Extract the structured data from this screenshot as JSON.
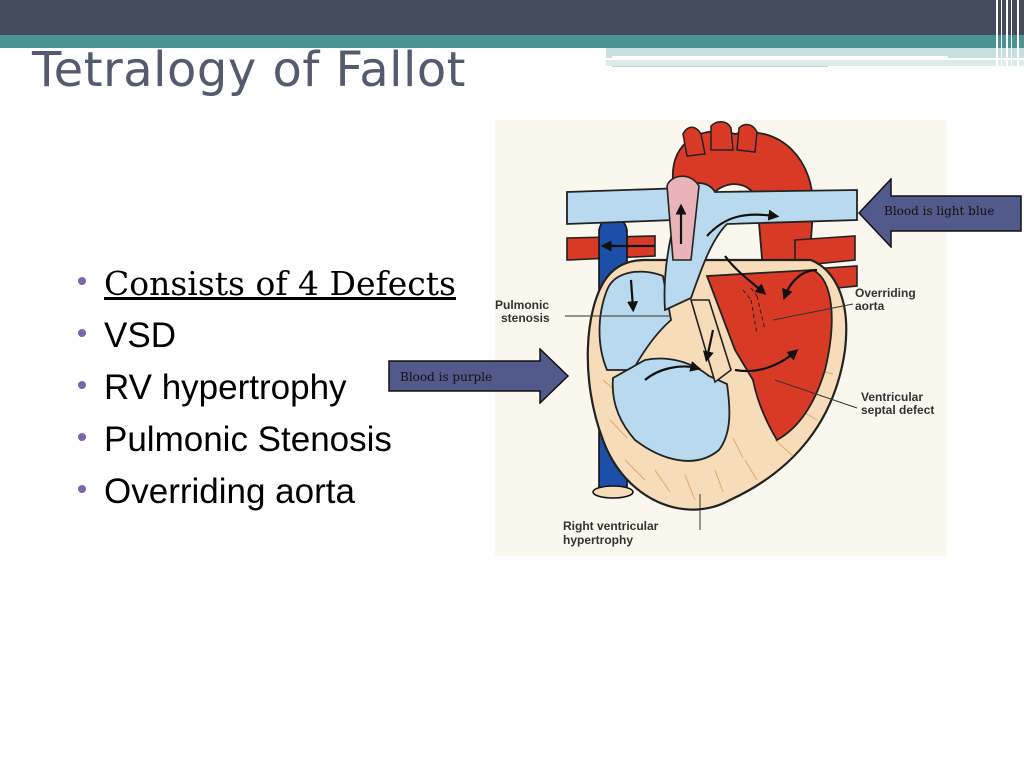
{
  "slide": {
    "title": "Tetralogy of Fallot"
  },
  "bullets": [
    "Consists of 4 Defects",
    "VSD",
    "RV hypertrophy",
    "Pulmonic Stenosis",
    "Overriding aorta"
  ],
  "diagram": {
    "labels": {
      "pulmonic_stenosis_1": "Pulmonic",
      "pulmonic_stenosis_2": "stenosis",
      "overriding_aorta_1": "Overriding",
      "overriding_aorta_2": "aorta",
      "vsd_1": "Ventricular",
      "vsd_2": "septal defect",
      "rvh_1": "Right ventricular",
      "rvh_2": "hypertrophy"
    }
  },
  "callouts": {
    "light_blue": "Blood is light blue",
    "purple": "Blood is purple"
  },
  "colors": {
    "banner_dark": "#444b5c",
    "banner_teal": "#4b9295",
    "title": "#545b6e",
    "bullet_dot": "#7b66a8",
    "callout_fill": "#525a8c",
    "blood_oxygenated": "#d93a26",
    "blood_deoxygenated": "#b9d9ee",
    "vein_blue": "#1c4fa8"
  }
}
